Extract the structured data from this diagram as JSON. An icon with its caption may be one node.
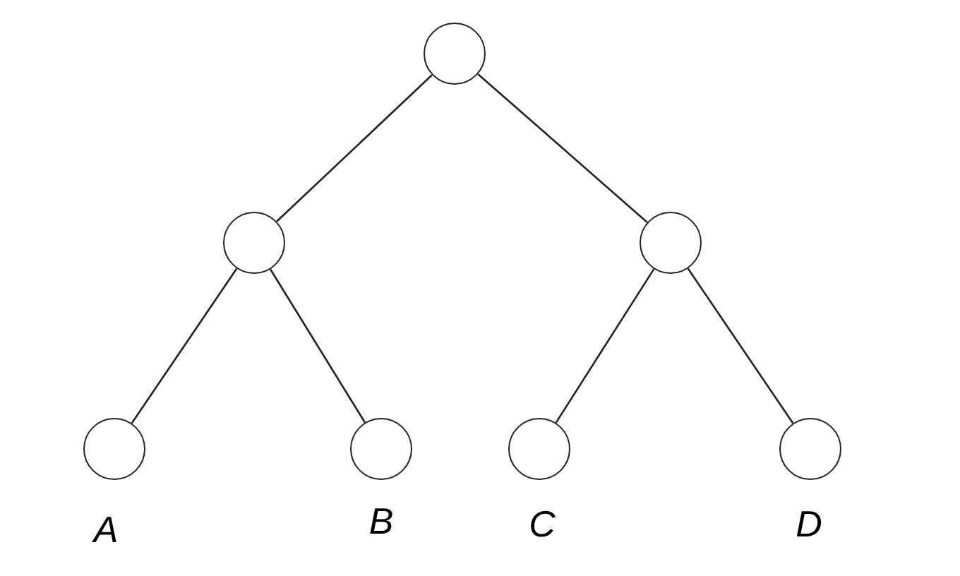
{
  "diagram": {
    "nodes": [
      {
        "text": [],
        "shape": "circle"
      },
      {
        "text": [],
        "shape": "circle"
      },
      {
        "text": [],
        "shape": "circle"
      },
      {
        "text": [
          "A"
        ]
      },
      {
        "text": [
          "B"
        ]
      },
      {
        "text": [
          "C"
        ]
      },
      {
        "text": [
          "D"
        ]
      }
    ],
    "edges": [
      {
        "from": 0,
        "to": 1,
        "arrow": "none"
      },
      {
        "from": 0,
        "to": 2,
        "arrow": "none"
      },
      {
        "from": 1,
        "to": 3,
        "arrow": "none"
      },
      {
        "from": 1,
        "to": 4,
        "arrow": "none"
      },
      {
        "from": 2,
        "to": 5,
        "arrow": "none"
      },
      {
        "from": 2,
        "to": 6,
        "arrow": "none"
      }
    ]
  }
}
